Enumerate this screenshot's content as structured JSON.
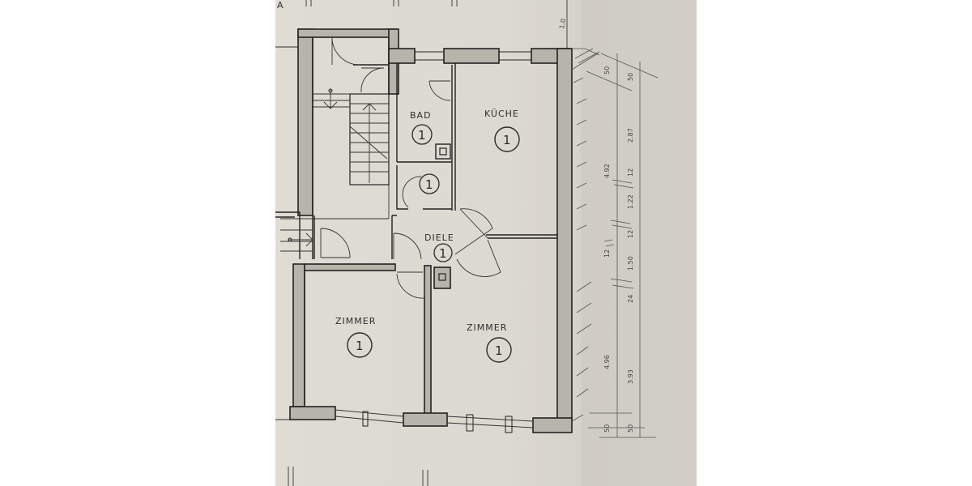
{
  "plan": {
    "corner_label": "A",
    "rooms": [
      {
        "name": "BAD",
        "number": "1"
      },
      {
        "name": "KÜCHE",
        "number": "1"
      },
      {
        "name": "",
        "number": "1"
      },
      {
        "name": "DIELE",
        "number": "1"
      },
      {
        "name": "ZIMMER",
        "number": "1"
      },
      {
        "name": "ZIMMER",
        "number": "1"
      }
    ],
    "dimensions": {
      "outer_column": [
        "50",
        "4.92",
        "12",
        "4.96",
        "50"
      ],
      "inner_column": [
        "50",
        "2.87",
        "12",
        "1.22",
        "12",
        "1.50",
        "24",
        "3.93",
        "50"
      ],
      "top_partial": "1,0"
    },
    "colors": {
      "paper": "#dcd9d0",
      "ink": "#222222",
      "wall_fill": "#b7b4ab"
    }
  }
}
